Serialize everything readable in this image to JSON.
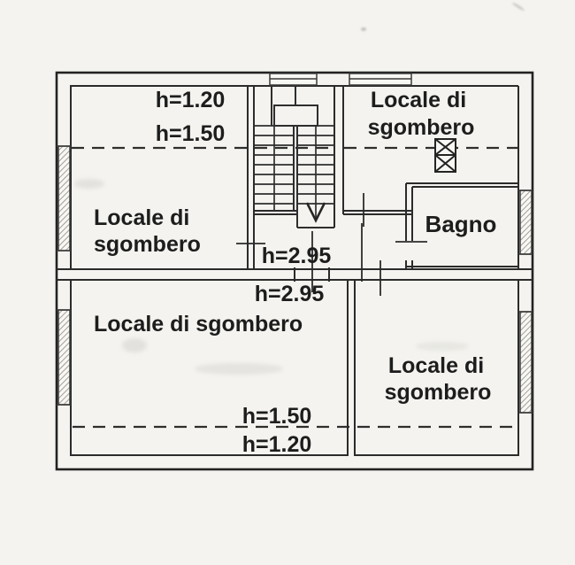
{
  "document": {
    "type": "scanned floor plan",
    "language": "Italian"
  },
  "colors": {
    "paper": "#f4f3ef",
    "ink": "#1d1d1d",
    "wall_line": "#2b2b2b",
    "hatch": "#8a8a84"
  },
  "rooms": {
    "top_left": {
      "name_line1": "Locale di",
      "name_line2": "sgombero",
      "height_upper": "h=1.20",
      "height_lower": "h=1.50"
    },
    "top_right": {
      "name_line1": "Locale di",
      "name_line2": "sgombero"
    },
    "bagno": {
      "name": "Bagno"
    },
    "hallway": {
      "height": "h=2.95"
    },
    "bottom_left": {
      "name": "Locale di sgombero",
      "height_top": "h=2.95",
      "height_mid": "h=1.50",
      "height_low": "h=1.20"
    },
    "bottom_right": {
      "name_line1": "Locale di",
      "name_line2": "sgombero"
    }
  },
  "symbols": {
    "down_arrow": "staircase descending direction",
    "flue": "shaft symbol with X diagonals",
    "dashed_lines": "height cut lines"
  }
}
